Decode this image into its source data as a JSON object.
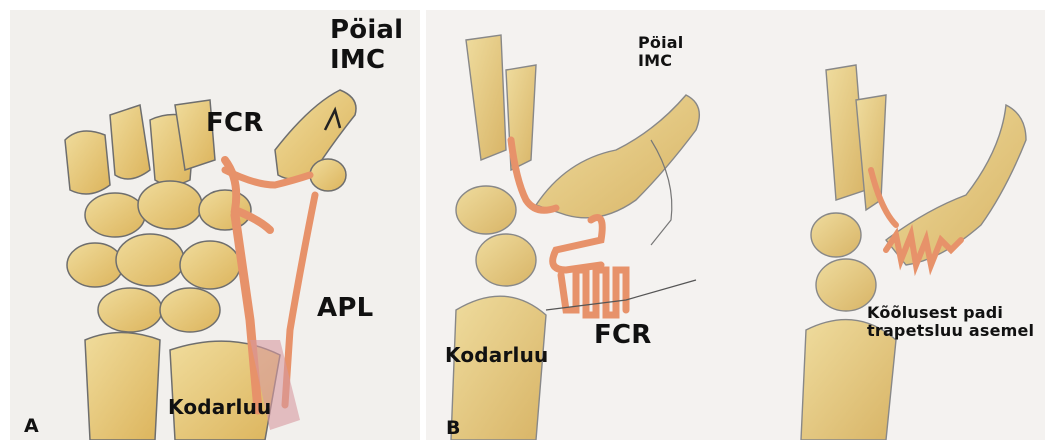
{
  "panel_a": {
    "letter": "A",
    "labels": {
      "thumb_line1": "Pöial",
      "thumb_line2": "IMC",
      "fcr": "FCR",
      "apl": "APL",
      "radius": "Kodarluu"
    }
  },
  "panel_b": {
    "letter": "B",
    "labels": {
      "thumb_line1": "Pöial",
      "thumb_line2": "IMC",
      "fcr": "FCR",
      "radius": "Kodarluu",
      "spacer_line1": "Kõõlusest padi",
      "spacer_line2": "trapetsluu asemel"
    }
  },
  "colors": {
    "bone_fill": "#ecd591",
    "bone_shade": "#d9b35a",
    "outline": "#6e6e6e",
    "tendon": "#e7926a",
    "tendon_light": "#f4c1a4",
    "shadow": "#bdbdbd"
  }
}
